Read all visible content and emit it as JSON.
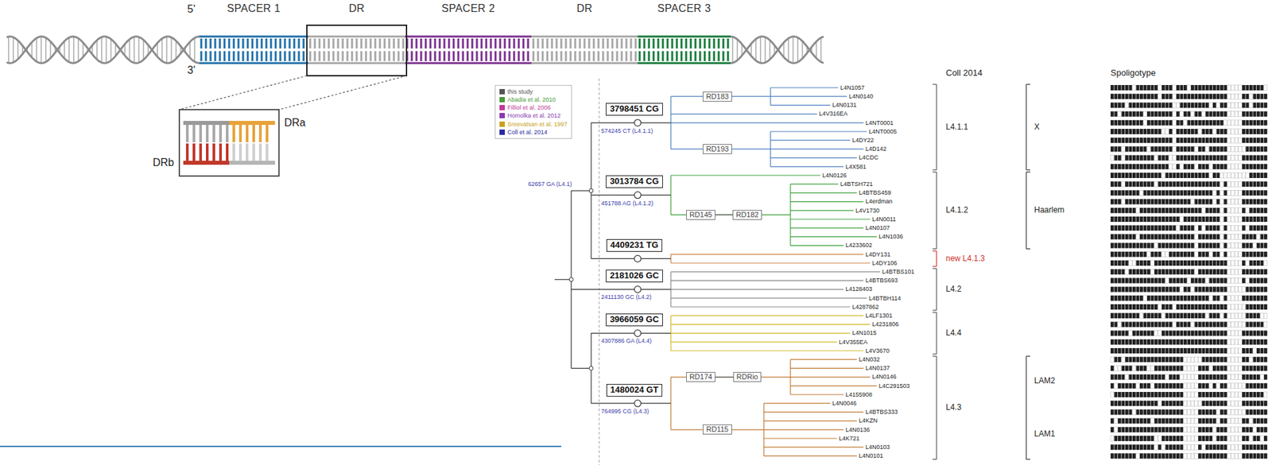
{
  "diagram": {
    "nodes": [
      {
        "text": [
          "SPACER 1"
        ]
      },
      {
        "text": [
          "DR"
        ]
      },
      {
        "text": [
          "SPACER 2"
        ]
      },
      {
        "text": [
          "DR"
        ]
      },
      {
        "text": [
          "SPACER 3"
        ]
      },
      {
        "text": [
          "3798451 CG"
        ]
      },
      {
        "text": [
          "RD183"
        ]
      },
      {
        "text": [
          "RD193"
        ]
      },
      {
        "text": [
          "3013784 CG"
        ]
      },
      {
        "text": [
          "RD145"
        ]
      },
      {
        "text": [
          "RD182"
        ]
      },
      {
        "text": [
          "4409231 TG"
        ]
      },
      {
        "text": [
          "2181026 GC"
        ]
      },
      {
        "text": [
          "3966059 GC"
        ]
      },
      {
        "text": [
          "1480024 GT"
        ]
      },
      {
        "text": [
          "RD174"
        ]
      },
      {
        "text": [
          "RDRio"
        ]
      },
      {
        "text": [
          "RD115"
        ]
      }
    ],
    "edges": [
      {
        "from": 9,
        "to": 10,
        "arrow": "none"
      },
      {
        "from": 15,
        "to": 16,
        "arrow": "none"
      }
    ],
    "labels": [
      "5'",
      "3'",
      "DRa",
      "DRb",
      "Coll 2014",
      "Spoligotype",
      "L4.1.1",
      "L4.1.2",
      "new L4.1.3",
      "L4.2",
      "L4.4",
      "L4.3",
      "X",
      "Haarlem",
      "LAM2",
      "LAM1",
      "L4N1057",
      "L4N0140",
      "L4N0131",
      "L4V316EA",
      "L4NT0001",
      "L4NT0005",
      "L4DY22",
      "L4D142",
      "L4CDC",
      "L4X581",
      "L4N0126",
      "L4BTSH721",
      "L4BTBS459",
      "L4erdman",
      "L4V1730",
      "L4N0011",
      "L4N0107",
      "L4N1036",
      "L4233602",
      "L4DY131",
      "L4DY106",
      "L4BTBS101",
      "L4BTBS693",
      "L4128403",
      "L4BTBH114",
      "L4287862",
      "L4LF1301",
      "L4231806",
      "L4N1015",
      "L4V355EA",
      "L4V3670",
      "L4N032",
      "L4N0137",
      "L4N0146",
      "L4C291503",
      "L4155908",
      "L4N0046",
      "L4BTBS333",
      "L4KZN",
      "L4N0136",
      "L4K721",
      "L4N0103",
      "L4N0101",
      "574245 CT (L4.1.1)",
      "451788 AG (L4.1.2)",
      "62657 GA (L4.1)",
      "2411130 GC (L4.2)",
      "4307886 GA (L4.4)",
      "764995 CG (L4.3)"
    ],
    "legend": [
      {
        "text": "this study",
        "color": "#555555"
      },
      {
        "text": "Abadia et al. 2010",
        "color": "#4a9a3a"
      },
      {
        "text": "Filliol et al. 2006",
        "color": "#c03a9a"
      },
      {
        "text": "Homolka et al. 2012",
        "color": "#8a3ab0"
      },
      {
        "text": "Sreevatsan et al. 1997",
        "color": "#c8a020"
      },
      {
        "text": "Coll et al. 2014",
        "color": "#2a2aa0"
      }
    ]
  }
}
